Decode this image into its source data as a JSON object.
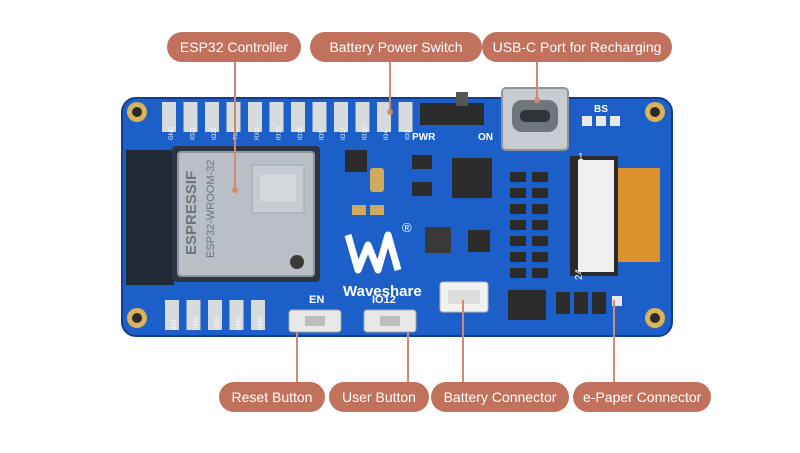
{
  "colors": {
    "label_bg": "#c0725d",
    "pcb": "#1d5fc9",
    "leader": "#d08a74"
  },
  "callouts": {
    "esp32_controller": "ESP32 Controller",
    "battery_power_switch": "Battery Power Switch",
    "usbc_port": "USB-C Port for Recharging",
    "reset_button": "Reset Button",
    "user_button": "User Button",
    "battery_connector": "Battery Connector",
    "epaper_connector": "e-Paper Connector"
  },
  "silkscreen": {
    "top_pins": [
      "GND",
      "IO21",
      "IO22",
      "TXD",
      "RXD",
      "IO19",
      "IO18",
      "IO5",
      "IO17",
      "IO16",
      "IO4",
      "IO0"
    ],
    "bottom_pins": [
      "3V3",
      "IO34",
      "IO35",
      "IO32",
      "IO33"
    ],
    "pwr": "PWR",
    "on": "ON",
    "bs": "BS",
    "en": "EN",
    "io12": "IO12",
    "brand": "Waveshare",
    "registered": "®",
    "fpc_1": "1",
    "fpc_24": "24",
    "module_line1": "ESPRESSIF",
    "module_line2": "ESP32-WROOM-32"
  }
}
